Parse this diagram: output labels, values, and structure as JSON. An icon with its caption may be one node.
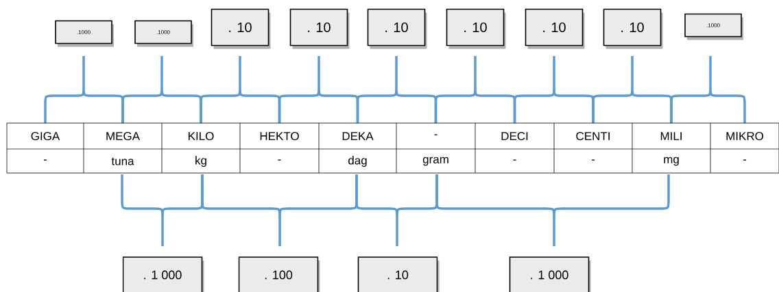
{
  "diagram": {
    "nodes": [
      {
        "text": [
          ".1000"
        ]
      },
      {
        "text": [
          ".1000"
        ]
      },
      {
        "text": [
          ". 10"
        ]
      },
      {
        "text": [
          ". 10"
        ]
      },
      {
        "text": [
          ". 10"
        ]
      },
      {
        "text": [
          ". 10"
        ]
      },
      {
        "text": [
          ". 10"
        ]
      },
      {
        "text": [
          ". 10"
        ]
      },
      {
        "text": [
          ".1000"
        ]
      },
      {
        "text": [
          ". 1 000"
        ]
      },
      {
        "text": [
          ". 100"
        ]
      },
      {
        "text": [
          ". 10"
        ]
      },
      {
        "text": [
          ". 1 000"
        ]
      }
    ],
    "labels": [
      "GIGA",
      "MEGA",
      "KILO",
      "HEKTO",
      "DEKA",
      "-",
      "DECI",
      "CENTI",
      "MILI",
      "MIKRO",
      "-",
      "tuna",
      "kg",
      "-",
      "dag",
      "gram",
      "-",
      "-",
      "mg",
      "-"
    ]
  }
}
